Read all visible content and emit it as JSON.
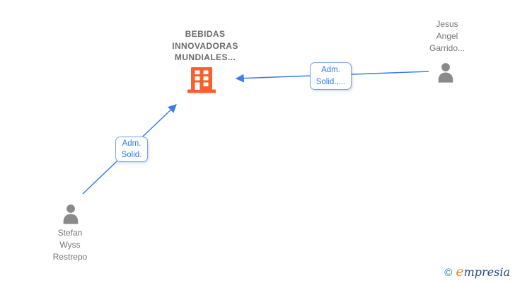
{
  "company": {
    "name_lines": [
      "BEBIDAS",
      "INNOVADORAS",
      "MUNDIALES..."
    ]
  },
  "persons": {
    "jesus": {
      "name_lines": [
        "Jesus",
        "Angel",
        "Garrido..."
      ]
    },
    "stefan": {
      "name_lines": [
        "Stefan",
        "Wyss",
        "Restrepo"
      ]
    }
  },
  "edges": {
    "jesus_to_company": {
      "label_lines": [
        "Adm.",
        "Solid.,..."
      ]
    },
    "stefan_to_company": {
      "label_lines": [
        "Adm.",
        "Solid."
      ]
    }
  },
  "footer": {
    "copyright_symbol": "©",
    "brand_initial": "e",
    "brand_rest": "mpresia"
  },
  "colors": {
    "edge_blue": "#3b7ce9",
    "label_border_blue": "#7aa5e8",
    "label_text_blue": "#2b7ce9",
    "building_orange": "#fa5f2e",
    "person_gray": "#8a8a8a",
    "name_text_gray": "#757575",
    "company_text_gray": "#6b6b6b",
    "logo_copyright_blue": "#1f7ac0",
    "logo_initial_orange": "#f0861f",
    "logo_text_navy": "#234a8c"
  }
}
